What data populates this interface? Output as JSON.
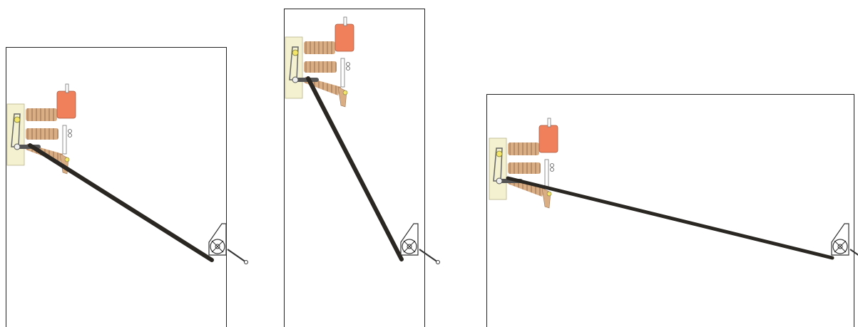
{
  "colors": {
    "background": "#ffffff",
    "panel_border": "#222222",
    "mount_plate": "#f3f1cf",
    "insulator": "#d9ae85",
    "insulator_ridge": "#9a7150",
    "orange_block": "#f07f5c",
    "rod": "#2a2722",
    "bracket": "#333333",
    "yellow_dot": "#f3e46a"
  },
  "panels": [
    {
      "id": "panel-1",
      "label": ""
    },
    {
      "id": "panel-2",
      "label": ""
    },
    {
      "id": "panel-3",
      "label": ""
    }
  ]
}
